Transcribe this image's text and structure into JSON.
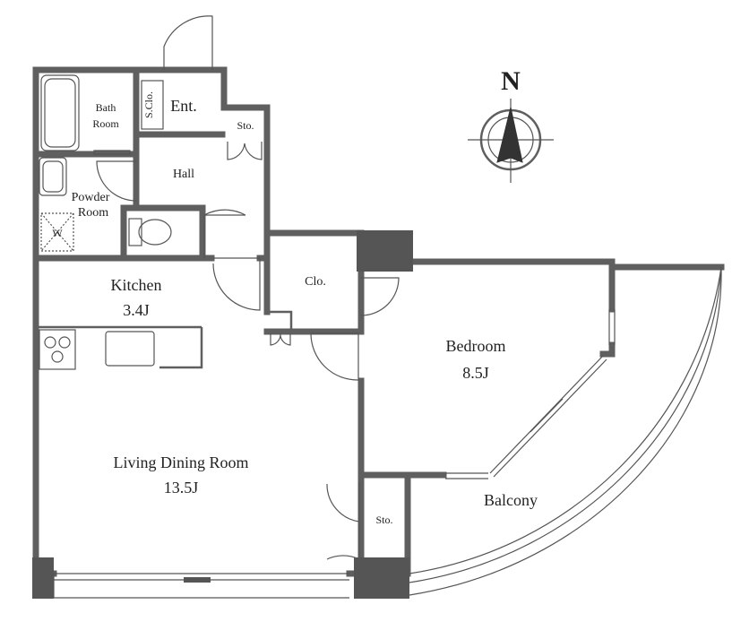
{
  "compass": {
    "north_label": "N"
  },
  "rooms": {
    "bath": {
      "line1": "Bath",
      "line2": "Room"
    },
    "shoe_closet": {
      "label": "S.Clo."
    },
    "entrance": {
      "label": "Ent."
    },
    "storage_top": {
      "label": "Sto."
    },
    "hall": {
      "label": "Hall"
    },
    "powder": {
      "line1": "Powder",
      "line2": "Room"
    },
    "washer": {
      "label": "W"
    },
    "kitchen": {
      "name": "Kitchen",
      "size": "3.4J"
    },
    "closet": {
      "label": "Clo."
    },
    "bedroom": {
      "name": "Bedroom",
      "size": "8.5J"
    },
    "living": {
      "name": "Living Dining Room",
      "size": "13.5J"
    },
    "storage_bottom": {
      "label": "Sto."
    },
    "balcony": {
      "label": "Balcony"
    }
  },
  "colors": {
    "wall": "#5f5f5f",
    "pillar": "#555555",
    "text": "#222222"
  }
}
